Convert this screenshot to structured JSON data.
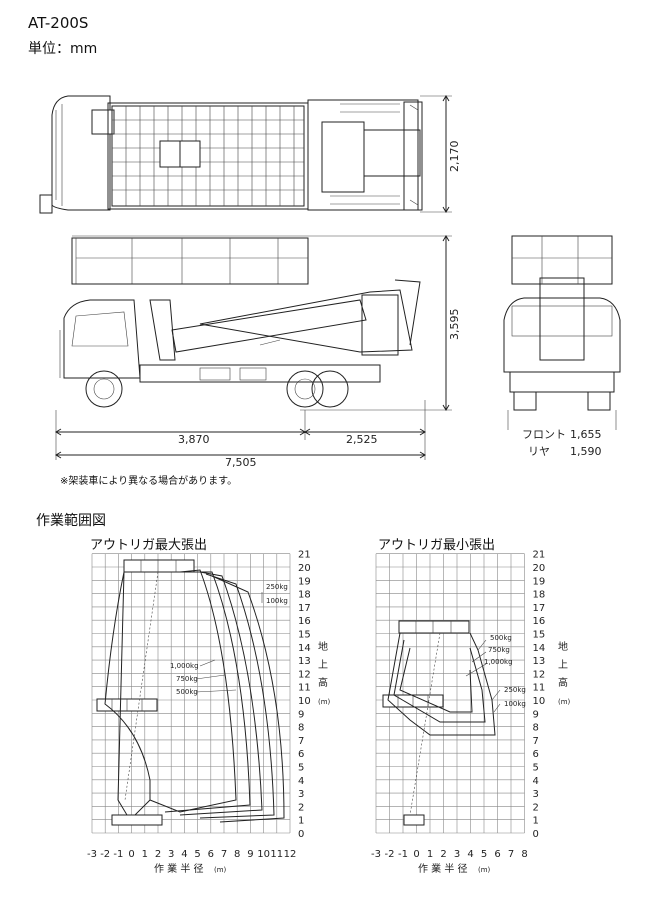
{
  "header": {
    "model": "AT-200S",
    "unit": "単位：mm"
  },
  "dimensions": {
    "width_top": "2,170",
    "height_side": "3,595",
    "front_to_axle": "3,870",
    "axle_to_rear": "2,525",
    "overall_length": "7,505",
    "front_label": "フロント",
    "front_value": "1,655",
    "rear_label": "リヤ",
    "rear_value": "1,590"
  },
  "note": "※架装車により異なる場合があります。",
  "section_title": "作業範囲図",
  "charts": [
    {
      "title": "アウトリガ最大張出",
      "x_ticks": [
        "-3",
        "-2",
        "-1",
        "0",
        "1",
        "2",
        "3",
        "4",
        "5",
        "6",
        "7",
        "8",
        "9",
        "10",
        "11",
        "12"
      ],
      "y_ticks": [
        "0",
        "1",
        "2",
        "3",
        "4",
        "5",
        "6",
        "7",
        "8",
        "9",
        "10",
        "11",
        "12",
        "13",
        "14",
        "15",
        "16",
        "17",
        "18",
        "19",
        "20",
        "21"
      ],
      "load_labels": [
        "250kg",
        "100kg",
        "1,000kg",
        "750kg",
        "500kg"
      ]
    },
    {
      "title": "アウトリガ最小張出",
      "x_ticks": [
        "-3",
        "-2",
        "-1",
        "0",
        "1",
        "2",
        "3",
        "4",
        "5",
        "6",
        "7",
        "8"
      ],
      "y_ticks": [
        "0",
        "1",
        "2",
        "3",
        "4",
        "5",
        "6",
        "7",
        "8",
        "9",
        "10",
        "11",
        "12",
        "13",
        "14",
        "15",
        "16",
        "17",
        "18",
        "19",
        "20",
        "21"
      ],
      "load_labels": [
        "500kg",
        "750kg",
        "1,000kg",
        "250kg",
        "100kg"
      ]
    }
  ],
  "axis_labels": {
    "x_label": "作 業 半 径",
    "x_unit": "(m)",
    "y_label_chars": [
      "地",
      "上",
      "高"
    ],
    "y_unit": "(m)"
  }
}
